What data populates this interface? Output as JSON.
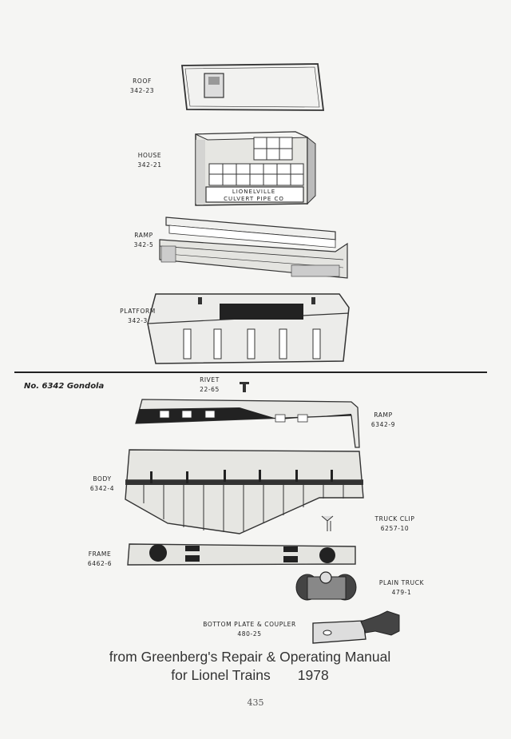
{
  "top_diagram": {
    "parts": [
      {
        "name": "ROOF",
        "number": "342-23"
      },
      {
        "name": "HOUSE",
        "number": "342-21"
      },
      {
        "name": "RAMP",
        "number": "342-5"
      },
      {
        "name": "PLATFORM",
        "number": "342-3"
      }
    ],
    "house_sign": [
      "LIONELVILLE",
      "CULVERT PIPE CO"
    ]
  },
  "bottom_diagram": {
    "title": "No. 6342 Gondola",
    "parts": [
      {
        "name": "RIVET",
        "number": "22-65"
      },
      {
        "name": "RAMP",
        "number": "6342-9"
      },
      {
        "name": "BODY",
        "number": "6342-4"
      },
      {
        "name": "TRUCK CLIP",
        "number": "6257-10"
      },
      {
        "name": "FRAME",
        "number": "6462-6"
      },
      {
        "name": "PLAIN TRUCK",
        "number": "479-1"
      },
      {
        "name": "BOTTOM PLATE & COUPLER",
        "number": "480-25"
      }
    ]
  },
  "caption": {
    "line1": "from Greenberg's Repair & Operating Manual",
    "line2": "for Lionel Trains       1978"
  },
  "page_number": "435"
}
